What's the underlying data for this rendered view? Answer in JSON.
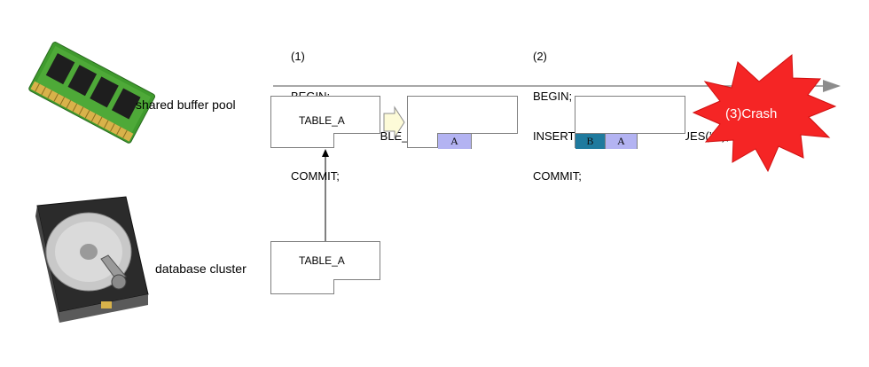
{
  "steps": [
    {
      "number": "(1)",
      "line1": "BEGIN;",
      "line2": "INSERT INTO TABLE_A VALUES(’A’);",
      "line3": "COMMIT;"
    },
    {
      "number": "(2)",
      "line1": "BEGIN;",
      "line2": "INSERT INTO TABLE_A VALUES(’B’);",
      "line3": "COMMIT;"
    }
  ],
  "labels": {
    "shared_buffer_pool": "shared buffer pool",
    "database_cluster": "database cluster"
  },
  "pages": {
    "buffer_initial": "TABLE_A",
    "disk": "TABLE_A",
    "buffer_after_1": [
      "A"
    ],
    "buffer_after_2": [
      "B",
      "A"
    ]
  },
  "crash": "(3)Crash",
  "colors": {
    "tuple_A": "#b3b3f2",
    "tuple_B": "#1f7a9e",
    "crash_fill": "#f52525",
    "crash_text": "#ffffff",
    "timeline": "#8c8c8c",
    "arrow_fill": "#fdfbd8"
  },
  "icons": [
    "ram-module-icon",
    "hard-disk-icon"
  ]
}
